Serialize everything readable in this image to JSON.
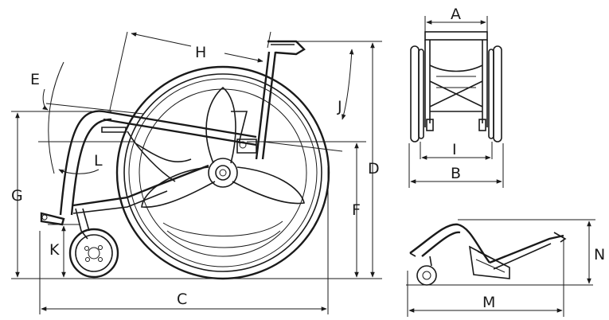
{
  "diagram": {
    "type": "wheelchair-dimension-drawing",
    "views": [
      "side-view",
      "front-view",
      "folded-view"
    ],
    "line_color": "#1a1a1a",
    "background": "#ffffff",
    "labels": {
      "A": "A",
      "B": "B",
      "C": "C",
      "D": "D",
      "E": "E",
      "F": "F",
      "G": "G",
      "H": "H",
      "I": "I",
      "J": "J",
      "K": "K",
      "L": "L",
      "M": "M",
      "N": "N"
    }
  }
}
